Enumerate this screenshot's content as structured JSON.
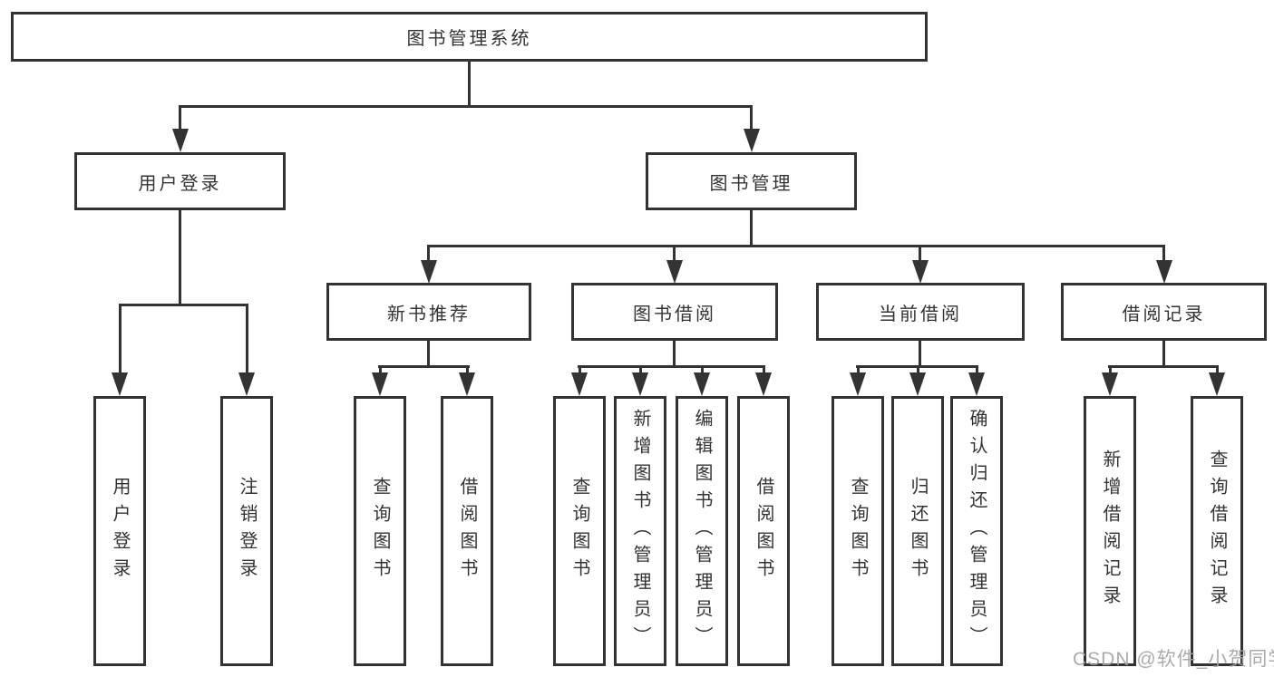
{
  "diagram": {
    "root": {
      "label": "图书管理系统"
    },
    "branches": [
      {
        "label": "用户登录",
        "children": [
          {
            "label": "用户登录"
          },
          {
            "label": "注销登录"
          }
        ]
      },
      {
        "label": "图书管理",
        "children": [
          {
            "label": "新书推荐",
            "children": [
              {
                "label": "查询图书"
              },
              {
                "label": "借阅图书"
              }
            ]
          },
          {
            "label": "图书借阅",
            "children": [
              {
                "label": "查询图书"
              },
              {
                "label": "新增图书（管理员）"
              },
              {
                "label": "编辑图书（管理员）"
              },
              {
                "label": "借阅图书"
              }
            ]
          },
          {
            "label": "当前借阅",
            "children": [
              {
                "label": "查询图书"
              },
              {
                "label": "归还图书"
              },
              {
                "label": "确认归还（管理员）"
              }
            ]
          },
          {
            "label": "借阅记录",
            "children": [
              {
                "label": "新增借阅记录"
              },
              {
                "label": "查询借阅记录"
              }
            ]
          }
        ]
      }
    ]
  },
  "watermark": {
    "text": "CSDN @软件_小贺同学"
  },
  "colors": {
    "line": "#333333",
    "text": "#333333",
    "watermark": "#a3a3a3",
    "background": "#ffffff"
  }
}
